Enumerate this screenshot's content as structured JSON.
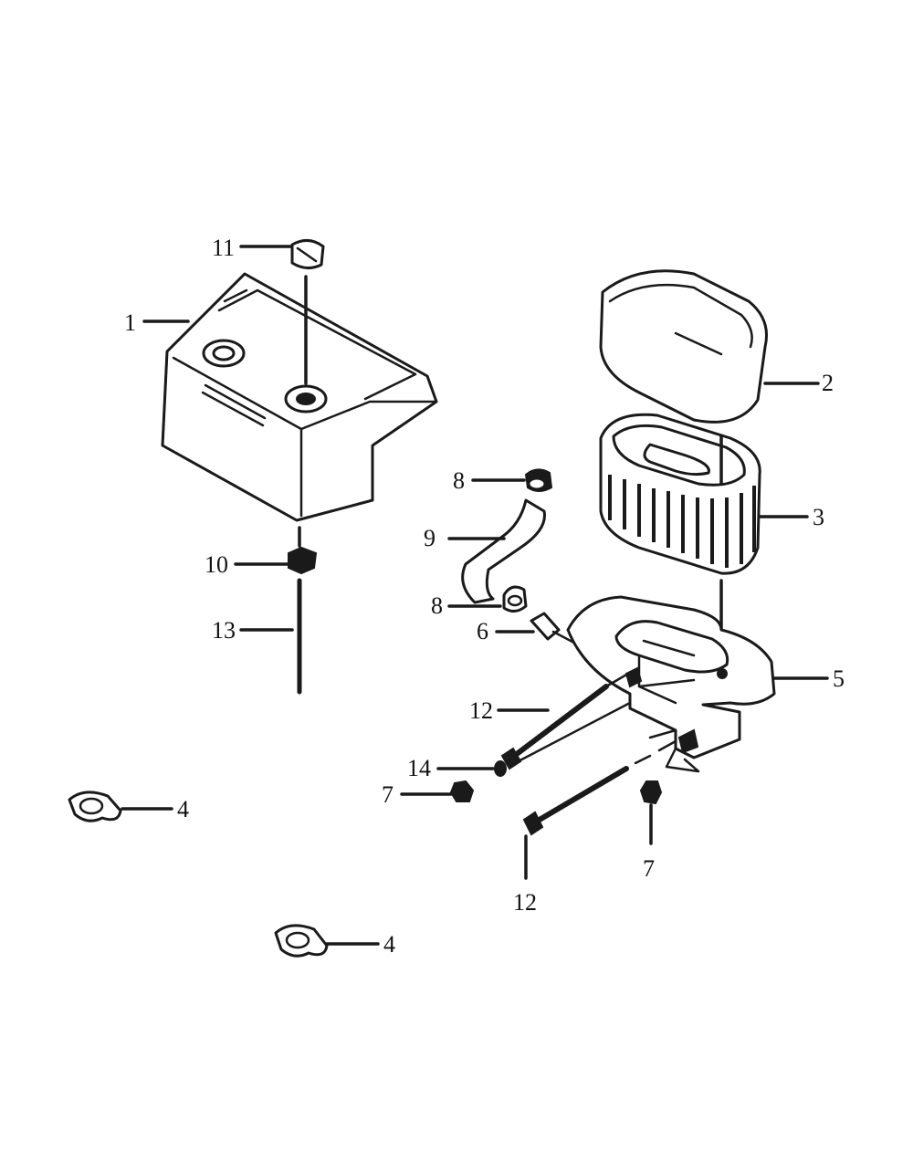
{
  "colors": {
    "ink": "#1a1a1a",
    "background": "#ffffff"
  },
  "callouts": {
    "c1": "1",
    "c2": "2",
    "c3": "3",
    "c4a": "4",
    "c4b": "4",
    "c5": "5",
    "c6": "6",
    "c7a": "7",
    "c7b": "7",
    "c8a": "8",
    "c8b": "8",
    "c9": "9",
    "c10": "10",
    "c11": "11",
    "c12a": "12",
    "c12b": "12",
    "c13": "13",
    "c14": "14"
  }
}
